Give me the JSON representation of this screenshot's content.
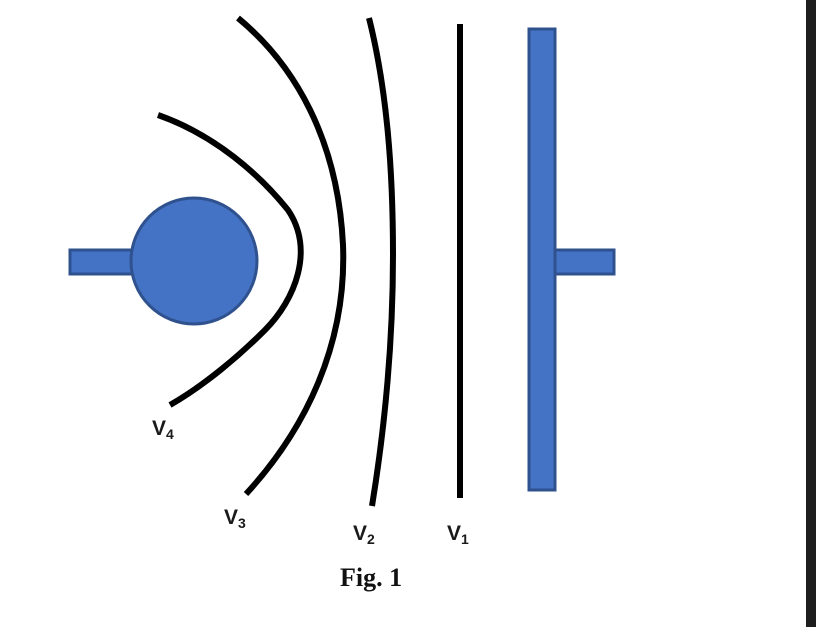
{
  "figure": {
    "caption": "Fig. 1",
    "labels": {
      "v1": {
        "main": "V",
        "sub": "1"
      },
      "v2": {
        "main": "V",
        "sub": "2"
      },
      "v3": {
        "main": "V",
        "sub": "3"
      },
      "v4": {
        "main": "V",
        "sub": "4"
      }
    },
    "colors": {
      "electrode_fill": "#4472C4",
      "electrode_stroke": "#2F528F",
      "equipotential_line": "#000000",
      "window_edge": "#1e1e1e"
    }
  }
}
